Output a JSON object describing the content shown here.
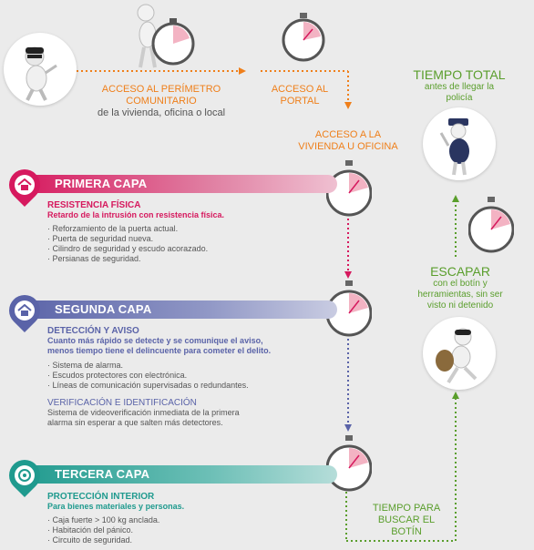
{
  "flow": {
    "perimetro_line1": "ACCESO AL PERÍMETRO",
    "perimetro_line2": "COMUNITARIO",
    "perimetro_sub": "de la vivienda, oficina o local",
    "portal_line1": "ACCESO AL",
    "portal_line2": "PORTAL",
    "vivienda_line1": "ACCESO A LA",
    "vivienda_line2": "VIVIENDA U OFICINA"
  },
  "tiempo_total": {
    "title": "TIEMPO TOTAL",
    "sub1": "antes de llegar la",
    "sub2": "policía"
  },
  "escapar": {
    "title": "ESCAPAR",
    "sub1": "con el botín y",
    "sub2": "herramientas, sin ser",
    "sub3": "visto ni detenido"
  },
  "buscar": {
    "line1": "TIEMPO PARA",
    "line2": "BUSCAR EL",
    "line3": "BOTÍN"
  },
  "capa1": {
    "label": "PRIMERA CAPA",
    "heading": "RESISTENCIA FÍSICA",
    "subheading": "Retardo de la intrusión con resistencia física.",
    "items": [
      "Reforzamiento de la puerta actual.",
      "Puerta de seguridad nueva.",
      "Cilindro de seguridad y escudo acorazado.",
      "Persianas de seguridad."
    ],
    "color": "#d6195e"
  },
  "capa2": {
    "label": "SEGUNDA CAPA",
    "heading": "DETECCIÓN Y AVISO",
    "subheading1": "Cuanto más rápido se detecte y se comunique el aviso,",
    "subheading2": "menos tiempo tiene el delincuente para cometer el delito.",
    "items": [
      "Sistema de alarma.",
      "Escudos protectores con electrónica.",
      "Líneas de comunicación supervisadas o redundantes."
    ],
    "verif_heading": "VERIFICACIÓN E IDENTIFICACIÓN",
    "verif_text1": "Sistema de videoverificación inmediata de la primera",
    "verif_text2": "alarma sin esperar a que salten más detectores.",
    "color": "#5a63a8"
  },
  "capa3": {
    "label": "TERCERA CAPA",
    "heading": "PROTECCIÓN INTERIOR",
    "subheading": "Para bienes materiales y personas.",
    "items": [
      "Caja fuerte > 100 kg anclada.",
      "Habitación del pánico.",
      "Circuito de seguridad."
    ],
    "color": "#1f9a8e"
  },
  "colors": {
    "orange": "#ef7f1a",
    "green": "#5a9e2c",
    "pink": "#d6195e",
    "purple": "#5a63a8",
    "teal": "#1f9a8e"
  }
}
